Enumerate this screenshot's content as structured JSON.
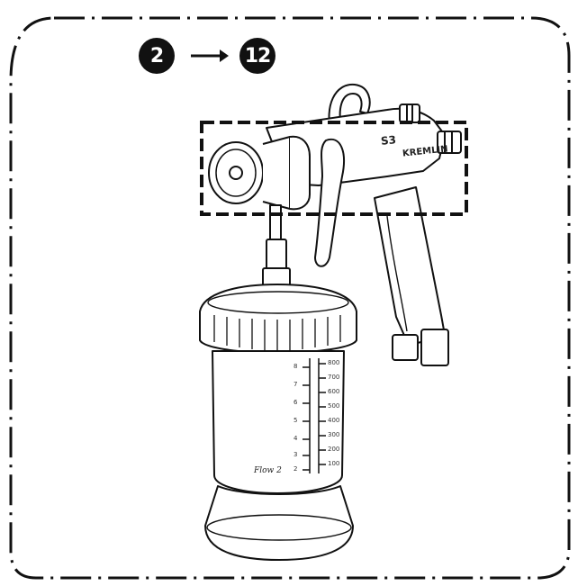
{
  "steps": {
    "from": "2",
    "to": "12"
  },
  "highlight_style": "dashed-box",
  "gun_markings": {
    "model": "S3",
    "brand": "KREMLIN"
  },
  "cup_scale": {
    "left_marks": [
      "8",
      "7",
      "6",
      "5",
      "4",
      "3",
      "2"
    ],
    "right_marks": [
      "800",
      "700",
      "600",
      "500",
      "400",
      "300",
      "200",
      "100"
    ],
    "bottom_label": "Flow 2"
  },
  "colors": {
    "ink": "#111111",
    "background": "#ffffff",
    "badge_text": "#ffffff"
  }
}
